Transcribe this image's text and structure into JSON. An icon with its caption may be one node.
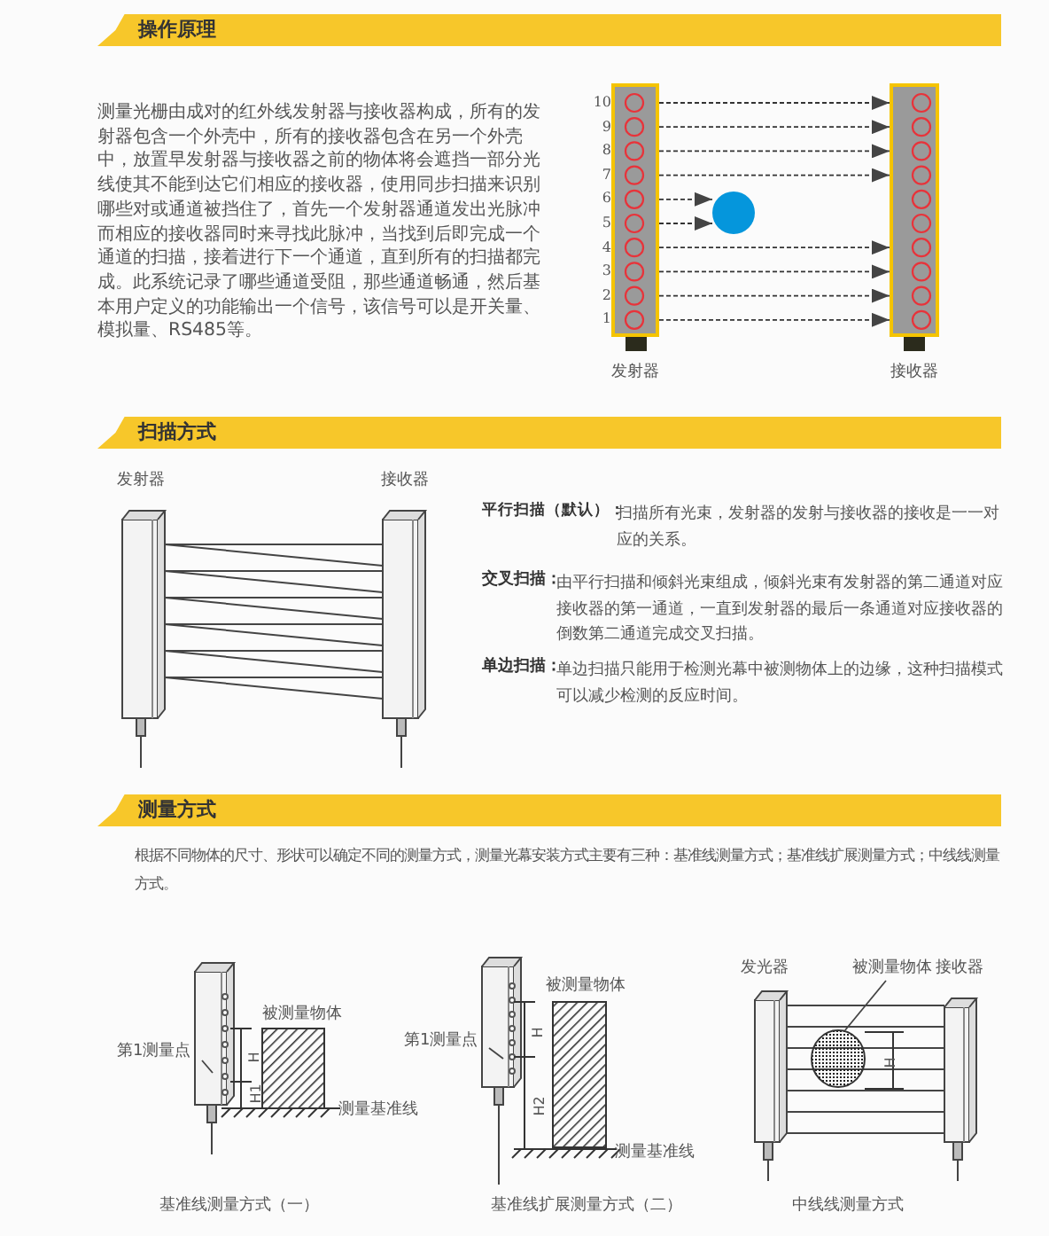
{
  "diagram": {
    "nodes": [
      {
        "text": [],
        "shape": "bar",
        "beside": [
          "发射器"
        ]
      },
      {
        "text": [],
        "shape": "bar",
        "beside": [
          "接收器"
        ]
      },
      {
        "text": [],
        "shape": "circle"
      },
      {
        "text": [
          "第1测量点"
        ]
      },
      {
        "text": [
          "第1测量点"
        ]
      },
      {
        "text": [
          "被测量物体"
        ]
      },
      {
        "text": [],
        "shape": "circle"
      }
    ],
    "edges": [
      {
        "from": 0,
        "to": 1,
        "arrow": "to",
        "style": "dashed"
      },
      {
        "from": 0,
        "to": 1,
        "arrow": "to",
        "style": "dashed"
      },
      {
        "from": 0,
        "to": 1,
        "arrow": "to",
        "style": "dashed"
      },
      {
        "from": 0,
        "to": 1,
        "arrow": "to",
        "style": "dashed"
      },
      {
        "from": 0,
        "to": 2,
        "arrow": "to",
        "style": "dashed"
      },
      {
        "from": 0,
        "to": 2,
        "arrow": "to",
        "style": "dashed"
      },
      {
        "from": 0,
        "to": 1,
        "arrow": "to",
        "style": "dashed"
      },
      {
        "from": 0,
        "to": 1,
        "arrow": "to",
        "style": "dashed"
      },
      {
        "from": 0,
        "to": 1,
        "arrow": "to",
        "style": "dashed"
      },
      {
        "from": 0,
        "to": 1,
        "arrow": "to",
        "style": "dashed"
      },
      {
        "from": 3,
        "to": null,
        "arrow": "none"
      },
      {
        "from": 4,
        "to": null,
        "arrow": "none"
      },
      {
        "from": 5,
        "to": 6,
        "arrow": "none"
      }
    ],
    "labels": [
      "操作原理",
      "10",
      "9",
      "8",
      "7",
      "6",
      "5",
      "4",
      "3",
      "2",
      "1",
      "测量光栅由成对的红外线发射器与接收器构成，所有的发射器包含一个外壳中，所有的接收器包含在另一个外壳中，放置早发射器与接收器之前的物体将会遮挡一部分光线使其不能到达它们相应的接收器，使用同步扫描来识别哪些对或通道被挡住了，首先一个发射器通道发出光脉冲而相应的接收器同时来寻找此脉冲，当找到后即完成一个通道的扫描，接着进行下一个通道，直到所有的扫描都完成。此系统记录了哪些通道受阻，那些通道畅通，然后基本用户定义的功能输出一个信号，该信号可以是开关量、模拟量、RS485等。",
      "扫描方式",
      "发射器",
      "接收器",
      "平行扫描（默认）：",
      "扫描所有光束，发射器的发射与接收器的接收是一一对应的关系。",
      "交叉扫描：",
      "由平行扫描和倾斜光束组成，倾斜光束有发射器的第二通道对应接收器的第一通道，一直到发射器的最后一条通道对应接收器的倒数第二通道完成交叉扫描。",
      "单边扫描：",
      "单边扫描只能用于检测光幕中被测物体上的边缘，这种扫描模式可以减少检测的反应时间。",
      "测量方式",
      "根据不同物体的尺寸、形状可以确定不同的测量方式，测量光幕安装方式主要有三种：基准线测量方式；基准线扩展测量方式；中线线测量方式。",
      "被测量物体",
      "H",
      "H1",
      "测量基准线",
      "基准线测量方式（一）",
      "被测量物体",
      "H",
      "H2",
      "测量基准线",
      "基准线扩展测量方式（二）",
      "发光器",
      "接收器",
      "H",
      "中线线测量方式"
    ]
  }
}
